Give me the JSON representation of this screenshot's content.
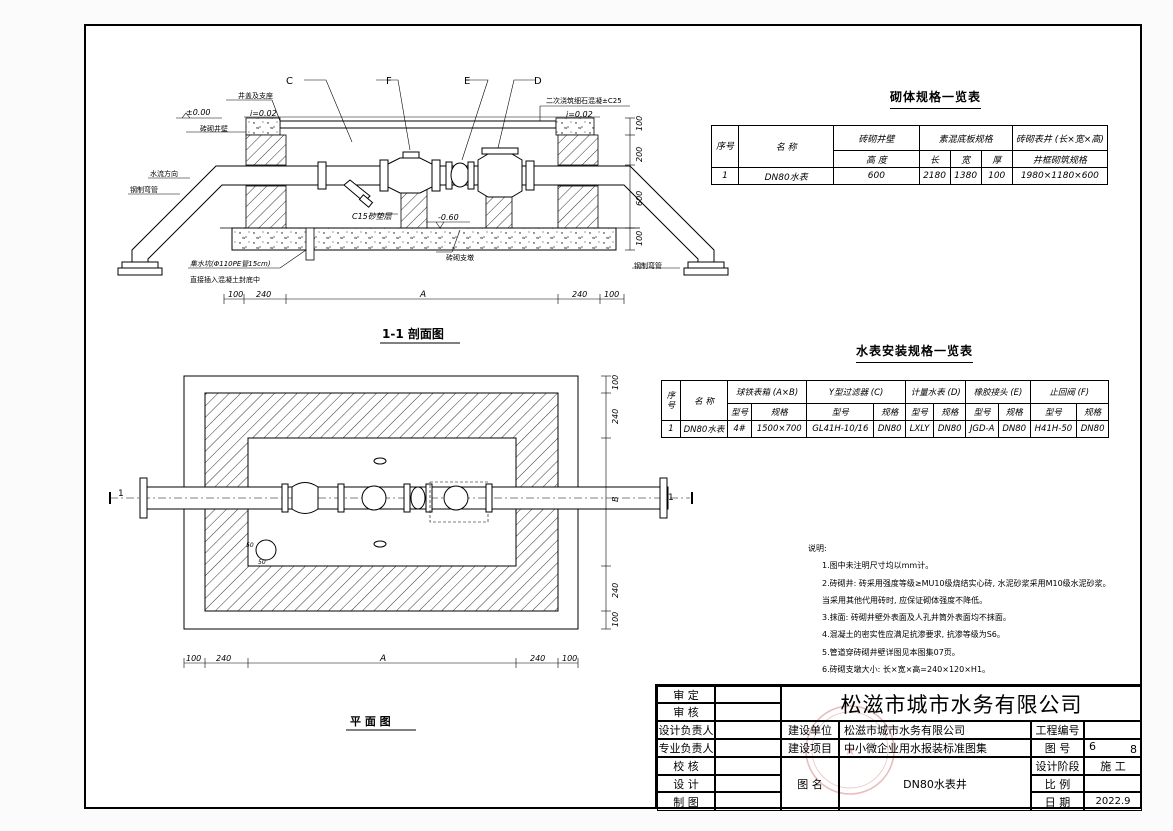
{
  "section_view": {
    "labels": {
      "c": "C",
      "f": "F",
      "e": "E",
      "d": "D",
      "cover_support": "井盖及支座",
      "elev_0": "±0.00",
      "slope_left": "i=0.02",
      "slope_right": "i=0.02",
      "brick_well": "砖砌井壁",
      "flow": "水流方向",
      "steel_left": "钢制弯管",
      "steel_right": "钢制弯管",
      "concrete_note": "二次浇筑细石混凝±C25",
      "c15": "C15砂垫层",
      "elev_bottom": "-0.60",
      "brick_support": "砖砌支墩",
      "sump": "集水坑(Φ110PE管15cm)",
      "sump_note": "直接插入混凝土封底中",
      "dim_100": "100",
      "dim_200": "200",
      "dim_600": "600"
    },
    "dims": [
      "100",
      "240",
      "A",
      "240",
      "100"
    ],
    "title": "1-1  剖面图"
  },
  "plan_view": {
    "marker_left": "1",
    "marker_right": "1",
    "dim_b": "B",
    "dims_right": [
      "100",
      "240",
      "240",
      "100"
    ],
    "dims_bottom": [
      "100",
      "240",
      "A",
      "240",
      "100"
    ],
    "valve_label_top": "50",
    "valve_label_bottom": "50",
    "title": "平 面 图"
  },
  "masonry_table": {
    "title": "砌体规格一览表",
    "headers": {
      "no": "序号",
      "name": "名 称",
      "wall_height_1": "砖砌井壁",
      "wall_height_2": "高 度",
      "base": "素混底板规格",
      "len": "长",
      "wid": "宽",
      "thk": "厚",
      "inner_1": "砖砌表井 (长×宽×高)",
      "inner_2": "井框砌筑规格"
    },
    "rows": [
      {
        "no": "1",
        "name": "DN80水表",
        "height": "600",
        "len": "2180",
        "wid": "1380",
        "thk": "100",
        "inner": "1980×1180×600"
      }
    ]
  },
  "meter_table": {
    "title": "水表安装规格一览表",
    "headers": {
      "no": "序号",
      "name": "名 称",
      "well": "球铁表箱 (A×B)",
      "filter": "Y型过滤器 (C)",
      "meter": "计量水表 (D)",
      "joint": "橡胶接头 (E)",
      "valve": "止回阀 (F)",
      "model": "型号",
      "spec": "规格"
    },
    "rows": [
      {
        "no": "1",
        "name": "DN80水表",
        "well_model": "4#",
        "well_spec": "1500×700",
        "filter_model": "GL41H-10/16",
        "filter_spec": "DN80",
        "meter_model": "LXLY",
        "meter_spec": "DN80",
        "joint_model": "JGD-A",
        "joint_spec": "DN80",
        "valve_model": "H41H-50",
        "valve_spec": "DN80"
      }
    ]
  },
  "notes": {
    "title": "说明:",
    "items": [
      "1.图中未注明尺寸均以mm计。",
      "2.砖砌井: 砖采用强度等级≥MU10级烧结实心砖, 水泥砂浆采用M10级水泥砂浆。",
      "当采用其他代用砖时, 应保证砌体强度不降低。",
      "3.抹面: 砖砌井壁外表面及人孔井筒外表面均不抹面。",
      "4.混凝土的密实性应满足抗渗要求, 抗渗等级为S6。",
      "5.管道穿砖砌井壁详图见本图集07页。",
      "6.砖砌支墩大小: 长×宽×高=240×120×H1。"
    ]
  },
  "title_block": {
    "review": "审 定",
    "audit": "审 核",
    "design_lead": "设计负责人",
    "discipline_lead": "专业负责人",
    "check": "校 核",
    "design": "设 计",
    "draw": "制 图",
    "company": "松滋市城市水务有限公司",
    "owner_label": "建设单位",
    "owner": "松滋市城市水务有限公司",
    "project_label": "建设项目",
    "project": "中小微企业用水报装标准图集",
    "drawing_name_label": "图 名",
    "drawing_name": "DN80水表井",
    "project_no_label": "工程编号",
    "drawing_no_label": "图 号",
    "drawing_no": "6",
    "drawing_total": "8",
    "stage_label": "设计阶段",
    "stage": "施 工",
    "scale_label": "比 例",
    "date_label": "日 期",
    "date": "2022.9"
  }
}
